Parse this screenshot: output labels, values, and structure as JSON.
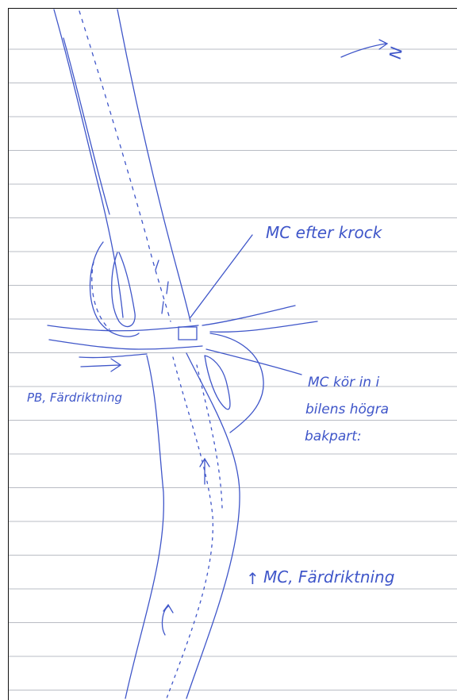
{
  "colors": {
    "paper": "#ffffff",
    "rule_line": "#b9bcc4",
    "ink": "#3f56c9",
    "frame": "#111111"
  },
  "sketch": {
    "north_mark": "N",
    "labels": {
      "mc_after_crash": "MC efter krock",
      "mc_hits_line1": "MC kör in i",
      "mc_hits_line2": "bilens högra",
      "mc_hits_line3": "bakpart:",
      "pb_direction": "PB, Färdriktning",
      "mc_direction": "MC, Färdriktning"
    },
    "arrows": {
      "mc_direction_arrow": "↑"
    }
  }
}
